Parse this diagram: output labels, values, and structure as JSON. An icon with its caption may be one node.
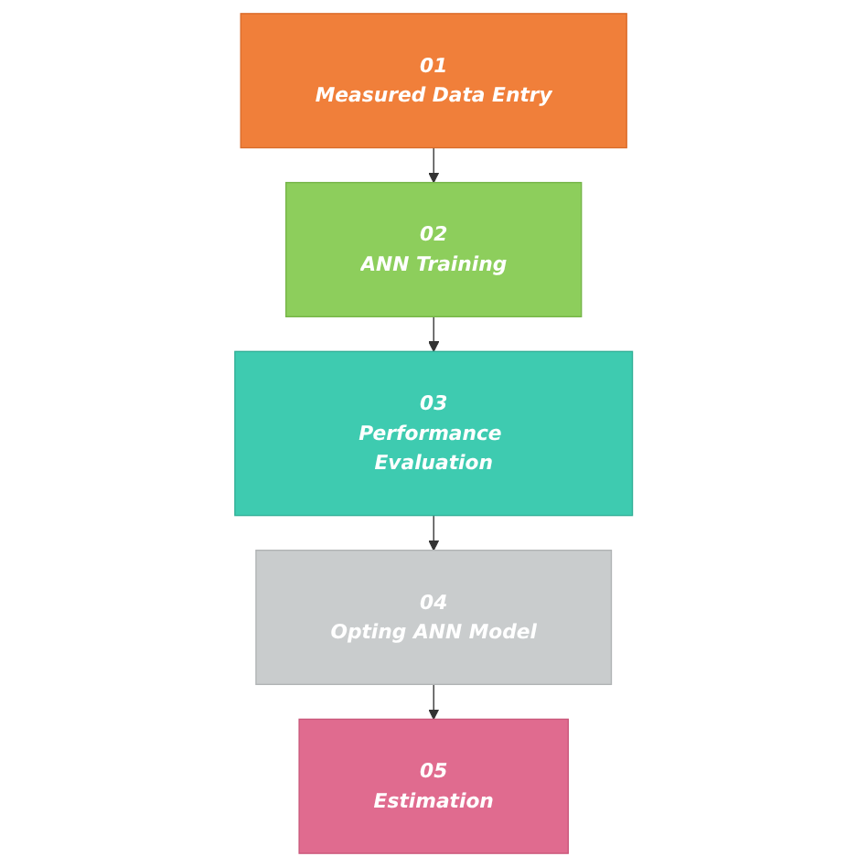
{
  "diagram": {
    "nodes": [
      {
        "text": [
          "01",
          "Measured Data Entry"
        ]
      },
      {
        "text": [
          "02",
          "ANN Training"
        ]
      },
      {
        "text": [
          "03",
          "Performance Evaluation"
        ]
      },
      {
        "text": [
          "04",
          "Opting ANN Model"
        ]
      },
      {
        "text": [
          "05",
          "Estimation"
        ]
      }
    ],
    "edges": [
      {
        "from": 0,
        "to": 1,
        "arrow": "to"
      },
      {
        "from": 1,
        "to": 2,
        "arrow": "to"
      },
      {
        "from": 2,
        "to": 3,
        "arrow": "to"
      },
      {
        "from": 3,
        "to": 4,
        "arrow": "to"
      }
    ]
  }
}
